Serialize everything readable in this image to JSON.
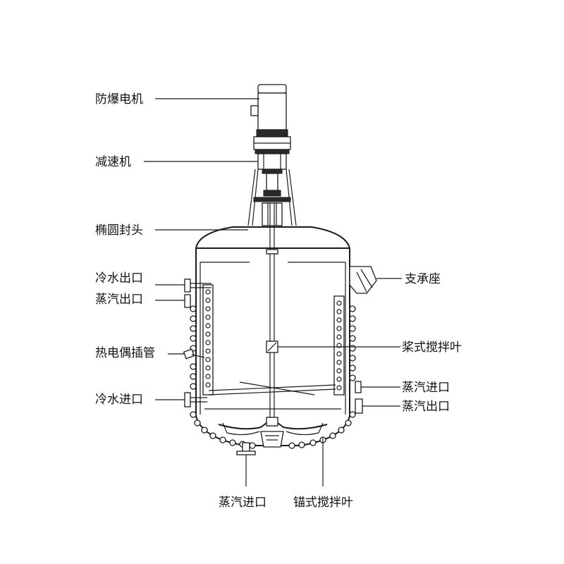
{
  "labels": {
    "motor": "防爆电机",
    "reducer": "减速机",
    "elliptical_head": "椭圆封头",
    "cooling_water_outlet": "冷水出口",
    "steam_outlet_left": "蒸汽出口",
    "thermocouple_tube": "热电偶插管",
    "cooling_water_inlet": "冷水进口",
    "support_seat": "支承座",
    "paddle_agitator": "桨式搅拌叶",
    "steam_inlet_right": "蒸汽进口",
    "steam_outlet_right": "蒸汽出口",
    "steam_inlet_bottom": "蒸汽进口",
    "anchor_agitator": "锚式搅拌叶"
  }
}
